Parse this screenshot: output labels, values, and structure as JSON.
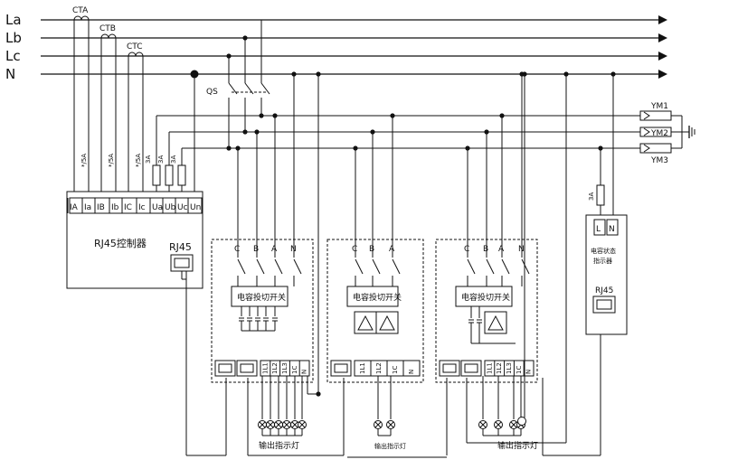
{
  "buses": [
    {
      "label": "La"
    },
    {
      "label": "Lb"
    },
    {
      "label": "Lc"
    },
    {
      "label": "N"
    }
  ],
  "ct_labels": [
    "CTA",
    "CTB",
    "CTC"
  ],
  "ct_ratio": "*/5A",
  "fuse_rating": "3A",
  "qs_label": "QS",
  "controller": {
    "title": "RJ45控制器",
    "rj45": "RJ45",
    "terminals": [
      "IA",
      "Ia",
      "IB",
      "Ib",
      "IC",
      "Ic",
      "Ua",
      "Ub",
      "Uc",
      "Un"
    ]
  },
  "switch_label": "电容投切开关",
  "phase_labels": [
    "C",
    "B",
    "A",
    "N"
  ],
  "module_terminals": [
    "1L1",
    "1L2",
    "1L3",
    "1C",
    "N"
  ],
  "output_lamp_label": "输出指示灯",
  "ym_labels": [
    "YM1",
    "YM2",
    "YM3"
  ],
  "indicator": {
    "title_line1": "电容状态",
    "title_line2": "指示器",
    "terminals": [
      "L",
      "N"
    ],
    "rj45": "RJ45"
  }
}
